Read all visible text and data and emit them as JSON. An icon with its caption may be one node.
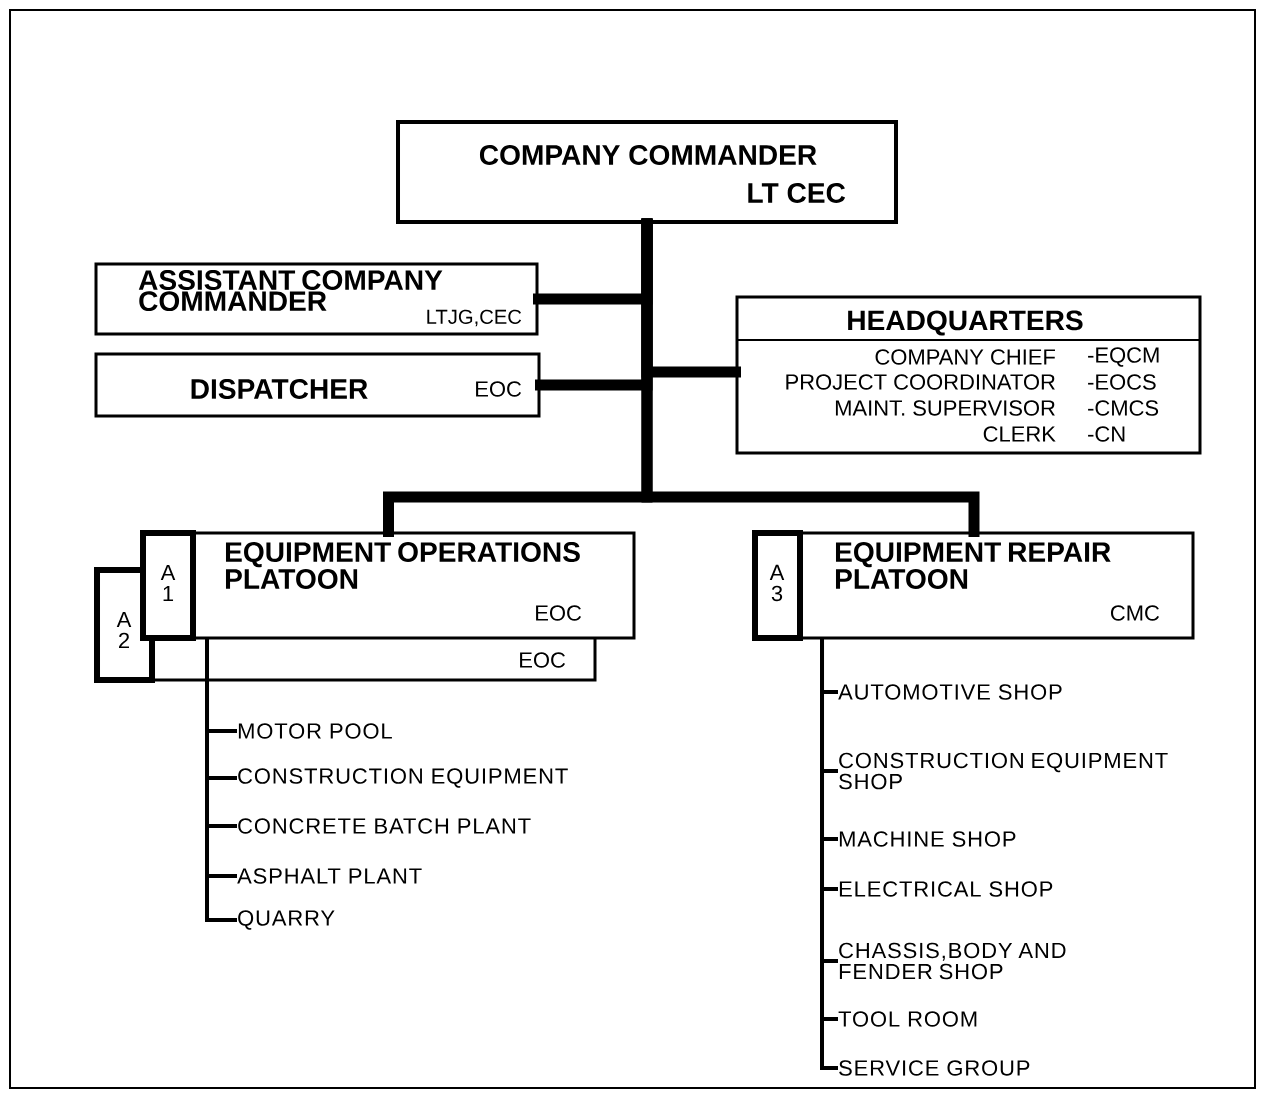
{
  "diagram": {
    "nodes": [
      {
        "text": [
          "COMPANY COMMANDER",
          "LT CEC"
        ]
      },
      {
        "text": [
          "ASSISTANT COMPANY COMMANDER",
          "LTJG,CEC"
        ]
      },
      {
        "text": [
          "DISPATCHER",
          "EOC"
        ]
      },
      {
        "text": [
          "HEADQUARTERS",
          "COMPANY CHIEF",
          "-EQCM",
          "PROJECT COORDINATOR",
          "-EOCS",
          "MAINT. SUPERVISOR",
          "-CMCS",
          "CLERK",
          "-CN"
        ]
      },
      {
        "text": [
          "A 2",
          "EOC"
        ]
      },
      {
        "text": [
          "A 1",
          "EQUIPMENT OPERATIONS PLATOON",
          "EOC"
        ]
      },
      {
        "text": [
          "A 3",
          "EQUIPMENT REPAIR PLATOON",
          "CMC"
        ]
      },
      {
        "text": [
          "MOTOR POOL"
        ]
      },
      {
        "text": [
          "CONSTRUCTION EQUIPMENT"
        ]
      },
      {
        "text": [
          "CONCRETE BATCH PLANT"
        ]
      },
      {
        "text": [
          "ASPHALT PLANT"
        ]
      },
      {
        "text": [
          "QUARRY"
        ]
      },
      {
        "text": [
          "AUTOMOTIVE SHOP"
        ]
      },
      {
        "text": [
          "CONSTRUCTION EQUIPMENT SHOP"
        ]
      },
      {
        "text": [
          "MACHINE SHOP"
        ]
      },
      {
        "text": [
          "ELECTRICAL SHOP"
        ]
      },
      {
        "text": [
          "CHASSIS,BODY AND FENDER SHOP"
        ]
      },
      {
        "text": [
          "TOOL ROOM"
        ]
      },
      {
        "text": [
          "SERVICE GROUP"
        ]
      }
    ],
    "edges": [
      {
        "from": 0,
        "to": 1,
        "arrow": "none",
        "style": "thick"
      },
      {
        "from": 0,
        "to": 2,
        "arrow": "none",
        "style": "thick"
      },
      {
        "from": 0,
        "to": 3,
        "arrow": "none",
        "style": "thick"
      },
      {
        "from": 0,
        "to": 5,
        "arrow": "none",
        "style": "thick"
      },
      {
        "from": 0,
        "to": 6,
        "arrow": "none",
        "style": "thick"
      },
      {
        "from": 5,
        "to": 4,
        "arrow": "none"
      },
      {
        "from": 4,
        "to": 7,
        "arrow": "none"
      },
      {
        "from": 4,
        "to": 8,
        "arrow": "none"
      },
      {
        "from": 4,
        "to": 9,
        "arrow": "none"
      },
      {
        "from": 4,
        "to": 10,
        "arrow": "none"
      },
      {
        "from": 4,
        "to": 11,
        "arrow": "none"
      },
      {
        "from": 6,
        "to": 12,
        "arrow": "none"
      },
      {
        "from": 6,
        "to": 13,
        "arrow": "none"
      },
      {
        "from": 6,
        "to": 14,
        "arrow": "none"
      },
      {
        "from": 6,
        "to": 15,
        "arrow": "none"
      },
      {
        "from": 6,
        "to": 16,
        "arrow": "none"
      },
      {
        "from": 6,
        "to": 17,
        "arrow": "none"
      },
      {
        "from": 6,
        "to": 18,
        "arrow": "none"
      }
    ]
  }
}
